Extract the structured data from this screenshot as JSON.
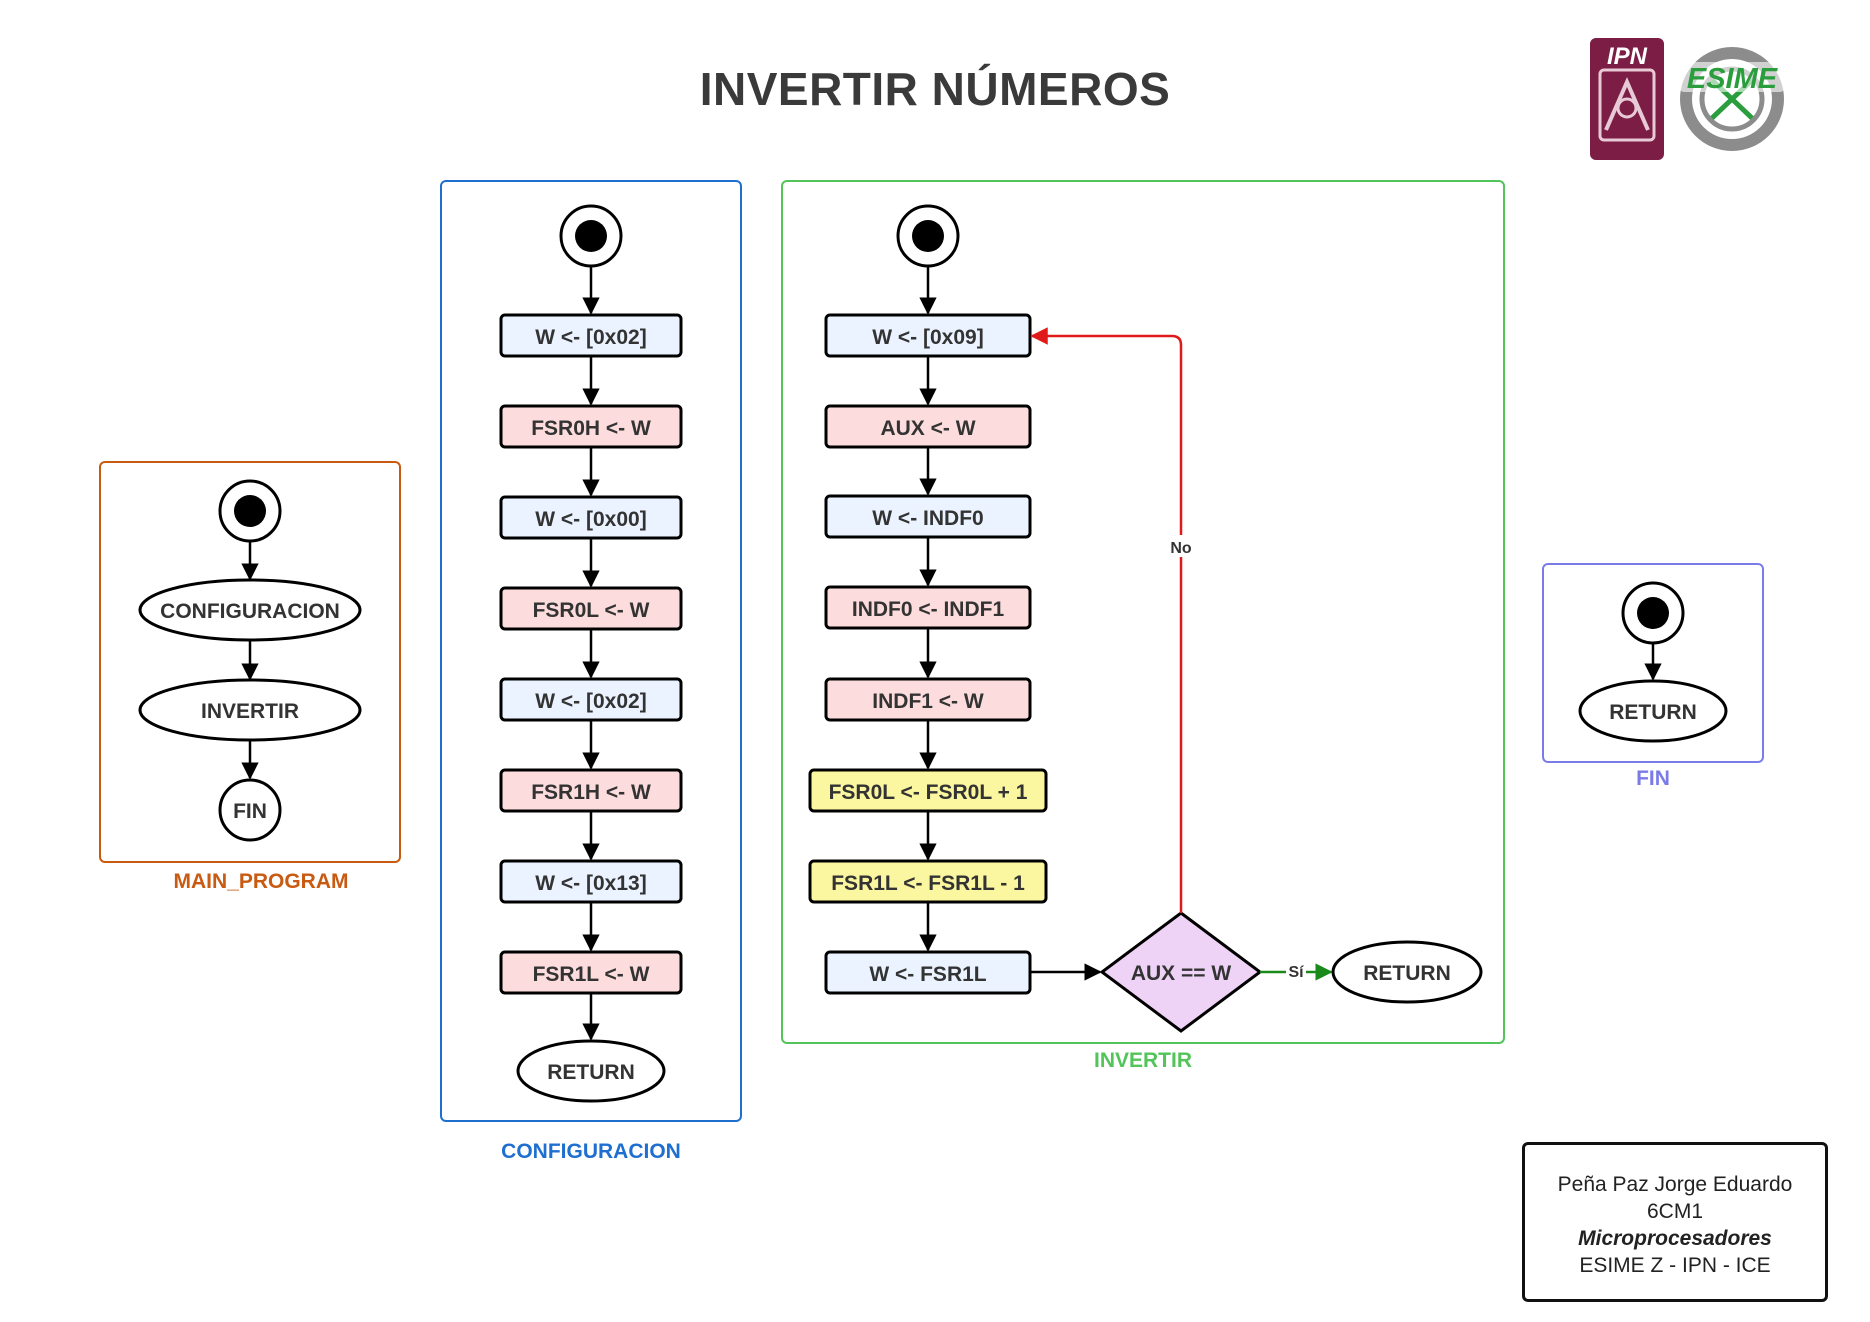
{
  "title": "INVERTIR NÚMEROS",
  "logos": {
    "ipn": {
      "text": "IPN",
      "color": "#7b1d44"
    },
    "esime": {
      "text": "ESIME",
      "color": "#2a9d3c"
    }
  },
  "colors": {
    "main_program": "#c85a12",
    "configuracion": "#1f6fd1",
    "invertir": "#52c45a",
    "fin": "#7b7be8",
    "assign_fill": "#eaf3ff",
    "store_fill": "#fcdcdc",
    "arith_fill": "#fbf6a0",
    "decision_fill": "#efd3f7",
    "no_arrow": "#e01a1a",
    "yes_arrow": "#1a8a1a"
  },
  "groups": {
    "main_program": {
      "label": "MAIN_PROGRAM",
      "nodes": [
        "CONFIGURACION",
        "INVERTIR",
        "FIN"
      ]
    },
    "configuracion": {
      "label": "CONFIGURACION",
      "steps": [
        "W <- [0x02]",
        "FSR0H <- W",
        "W <- [0x00]",
        "FSR0L <- W",
        "W <- [0x02]",
        "FSR1H <- W",
        "W <- [0x13]",
        "FSR1L <- W"
      ],
      "end": "RETURN"
    },
    "invertir": {
      "label": "INVERTIR",
      "steps": [
        "W <- [0x09]",
        "AUX <- W",
        "W <- INDF0",
        "INDF0 <- INDF1",
        "INDF1 <- W",
        "FSR0L <- FSR0L + 1",
        "FSR1L <- FSR1L - 1",
        "W <- FSR1L"
      ],
      "decision": "AUX == W",
      "no_label": "No",
      "yes_label": "Sí",
      "end": "RETURN"
    },
    "fin": {
      "label": "FIN",
      "end": "RETURN"
    }
  },
  "credits": {
    "name": "Peña Paz Jorge Eduardo",
    "group": "6CM1",
    "course": "Microprocesadores",
    "school": "ESIME Z - IPN - ICE"
  }
}
